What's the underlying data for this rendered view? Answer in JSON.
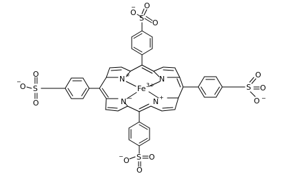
{
  "diagram": {
    "ink_color": "#000000",
    "background_color": "#ffffff",
    "metal": {
      "symbol": "Fe",
      "charge": "3+"
    },
    "pyrrole_nitrogens": [
      {
        "symbol": "N",
        "charge": "+"
      },
      {
        "symbol": "N",
        "charge": ""
      },
      {
        "symbol": "N",
        "charge": "−"
      },
      {
        "symbol": "N",
        "charge": "+"
      }
    ],
    "sulfonate_groups": [
      {
        "sulfur": "S",
        "oxygen": "O",
        "negative": "−"
      },
      {
        "sulfur": "S",
        "oxygen": "O",
        "negative": "−"
      },
      {
        "sulfur": "S",
        "oxygen": "O",
        "negative": "−"
      },
      {
        "sulfur": "S",
        "oxygen": "O",
        "negative": "−"
      }
    ]
  }
}
